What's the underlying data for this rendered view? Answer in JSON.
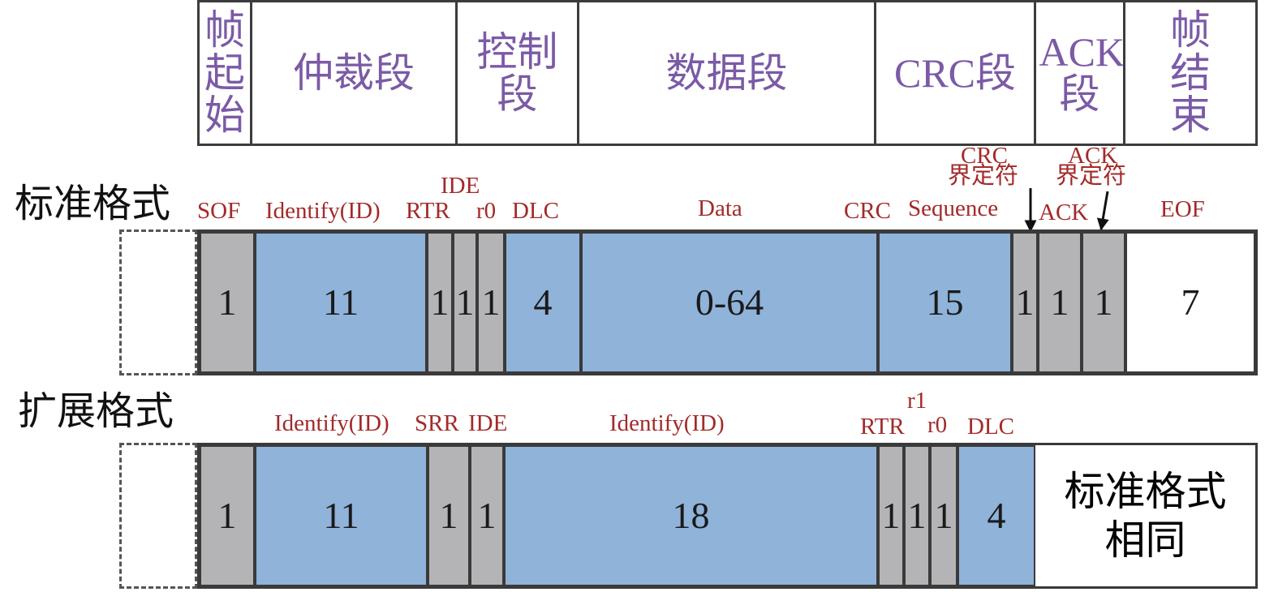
{
  "header": [
    "帧起始",
    "仲裁段",
    "控制段",
    "数据段",
    "CRC段",
    "ACK段",
    "帧结束"
  ],
  "standard": {
    "title": "标准格式",
    "labels": {
      "sof": "SOF",
      "id": "Identify(ID)",
      "rtr": "RTR",
      "ide": "IDE",
      "r0": "r0",
      "dlc": "DLC",
      "data": "Data",
      "crc": "CRC",
      "seq": "Sequence",
      "crc_delim_1": "CRC",
      "crc_delim_2": "界定符",
      "ack_delim_1": "ACK",
      "ack_delim_2": "界定符",
      "ack": "ACK",
      "eof": "EOF"
    },
    "bits": [
      "1",
      "11",
      "1",
      "1",
      "1",
      "4",
      "0-64",
      "15",
      "1",
      "1",
      "1",
      "7"
    ]
  },
  "extended": {
    "title": "扩展格式",
    "labels": {
      "id1": "Identify(ID)",
      "srr": "SRR",
      "ide": "IDE",
      "id2": "Identify(ID)",
      "r1": "r1",
      "rtr": "RTR",
      "r0": "r0",
      "dlc": "DLC"
    },
    "bits": [
      "1",
      "11",
      "1",
      "1",
      "18",
      "1",
      "1",
      "1",
      "4"
    ],
    "same_note_1": "标准格式",
    "same_note_2": "相同"
  },
  "colors": {
    "header_text": "#7b5aa6",
    "label_text": "#a32a2a",
    "gray": "#b4b4b7",
    "blue": "#8fb3d9"
  }
}
